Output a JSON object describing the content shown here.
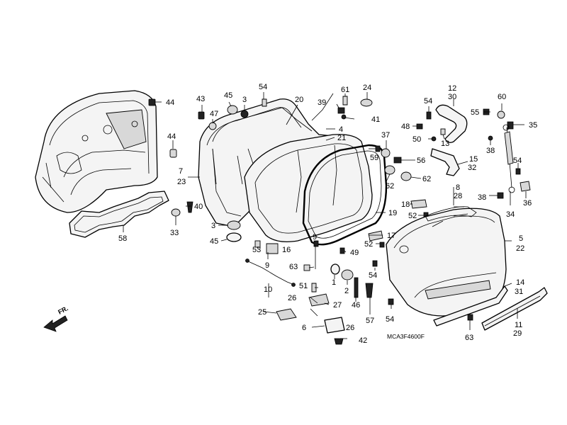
{
  "diagram_code": "MCA3F4600F",
  "direction_label": "FR.",
  "callouts": {
    "c1": "1",
    "c2": "2",
    "c3a": "3",
    "c3b": "3",
    "c4": "4",
    "c5": "5",
    "c6": "6",
    "c7": "7",
    "c8": "8",
    "c9a": "9",
    "c9b": "9",
    "c10": "10",
    "c11": "11",
    "c12": "12",
    "c13": "13",
    "c14": "14",
    "c15": "15",
    "c16": "16",
    "c17": "17",
    "c18": "18",
    "c19": "19",
    "c20": "20",
    "c21": "21",
    "c22": "22",
    "c23": "23",
    "c24": "24",
    "c25": "25",
    "c26a": "26",
    "c26b": "26",
    "c27": "27",
    "c28": "28",
    "c29": "29",
    "c30": "30",
    "c31": "31",
    "c32": "32",
    "c33": "33",
    "c34": "34",
    "c35": "35",
    "c36": "36",
    "c37": "37",
    "c38a": "38",
    "c38b": "38",
    "c39": "39",
    "c40": "40",
    "c41": "41",
    "c42": "42",
    "c43": "43",
    "c44a": "44",
    "c44b": "44",
    "c45a": "45",
    "c45b": "45",
    "c46": "46",
    "c47": "47",
    "c48": "48",
    "c49": "49",
    "c50": "50",
    "c51": "51",
    "c52a": "52",
    "c52b": "52",
    "c53": "53",
    "c54a": "54",
    "c54b": "54",
    "c54c": "54",
    "c54d": "54",
    "c54e": "54",
    "c55": "55",
    "c56": "56",
    "c57": "57",
    "c58": "58",
    "c59": "59",
    "c60": "60",
    "c61": "61",
    "c62a": "62",
    "c62b": "62",
    "c63a": "63",
    "c63b": "63"
  }
}
